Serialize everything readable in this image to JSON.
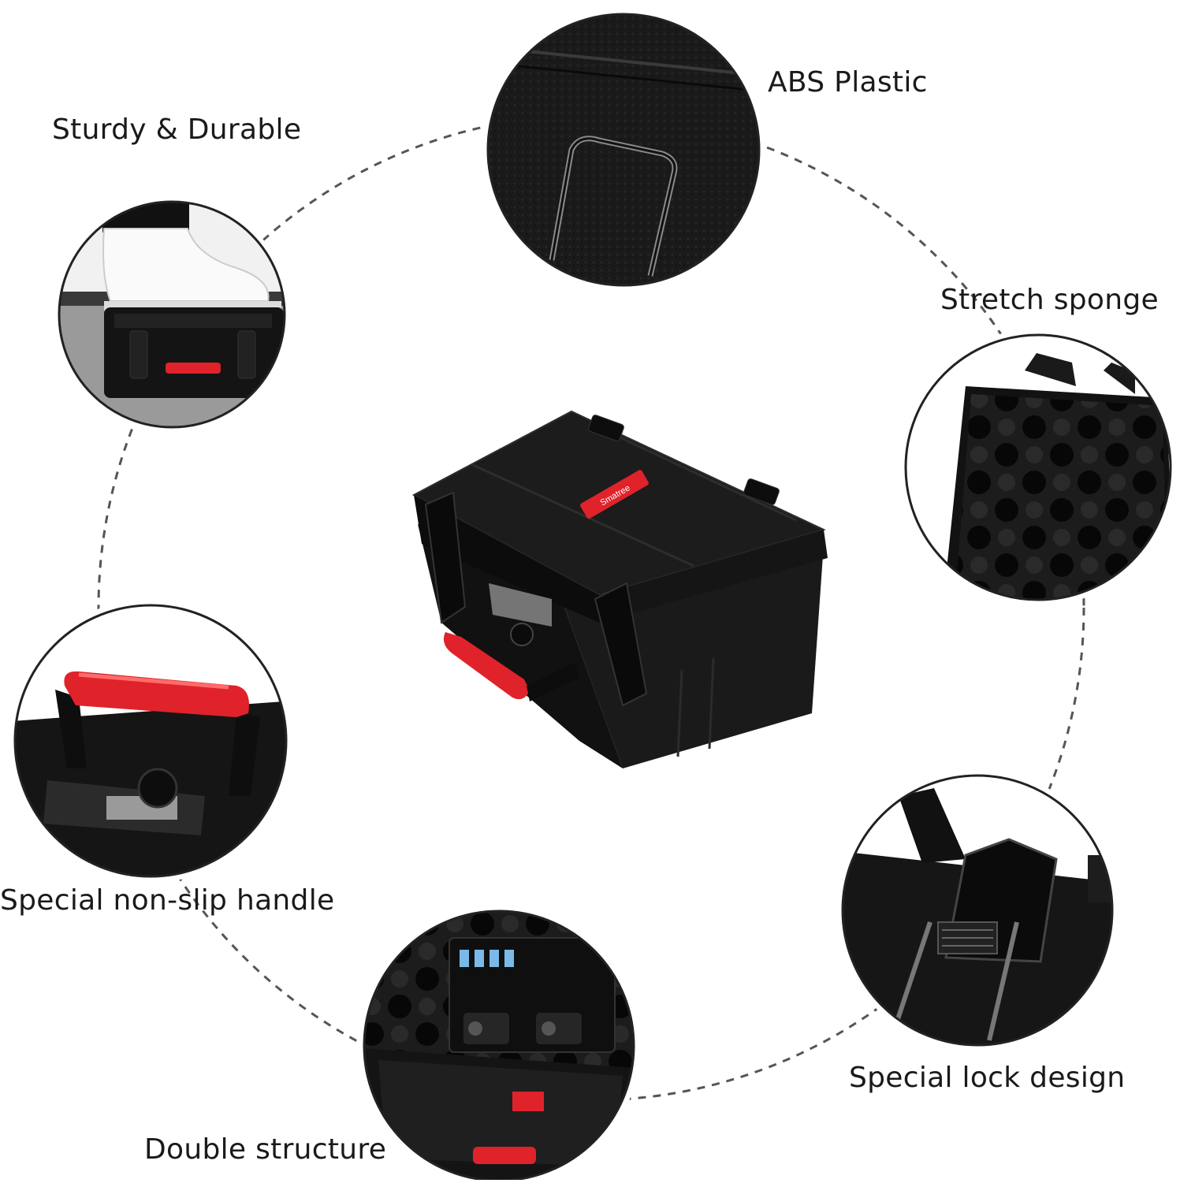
{
  "features": {
    "sturdy": "Sturdy & Durable",
    "abs": "ABS Plastic",
    "stretch": "Stretch sponge",
    "handle": "Special non-slip handle",
    "lock": "Special lock design",
    "double": "Double structure"
  },
  "brand_badge": "Smatree",
  "colors": {
    "case_body": "#141414",
    "accent_red": "#e0222b",
    "dashed_ring": "#555555",
    "text": "#1a1a1a"
  },
  "icons": [
    "shoe-on-case",
    "textured-plastic-handle",
    "egg-crate-foam",
    "red-handle",
    "latch-lock",
    "open-case-with-cameras"
  ]
}
